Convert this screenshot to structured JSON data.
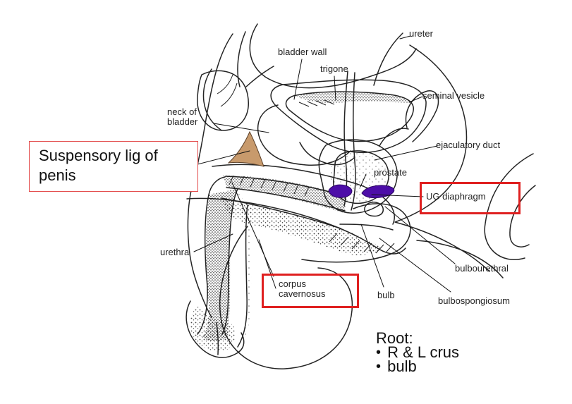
{
  "labels": {
    "ureter": "ureter",
    "bladder_wall": "bladder wall",
    "trigone": "trigone",
    "seminal_vesicle": "seminal vesicle",
    "neck_of_bladder": "neck of\nbladder",
    "ejaculatory_duct": "ejaculatory duct",
    "prostate": "prostate",
    "ug_diaphragm": "UG diaphragm",
    "urethra": "urethra",
    "corpus_cavernosus": "corpus\ncavernosus",
    "bulb": "bulb",
    "bulbourethral": "bulbourethral",
    "bulbospongiosum": "bulbospongiosum",
    "suspensory_lig": "Suspensory lig of\npenis"
  },
  "root": {
    "title": "Root:",
    "items": [
      "R & L crus",
      "bulb"
    ]
  },
  "colors": {
    "highlight_box": "#df2020",
    "ligament_fill": "#c89a6c",
    "ug_diaphragm_fill": "#4d0ea8",
    "outline": "#242424"
  }
}
